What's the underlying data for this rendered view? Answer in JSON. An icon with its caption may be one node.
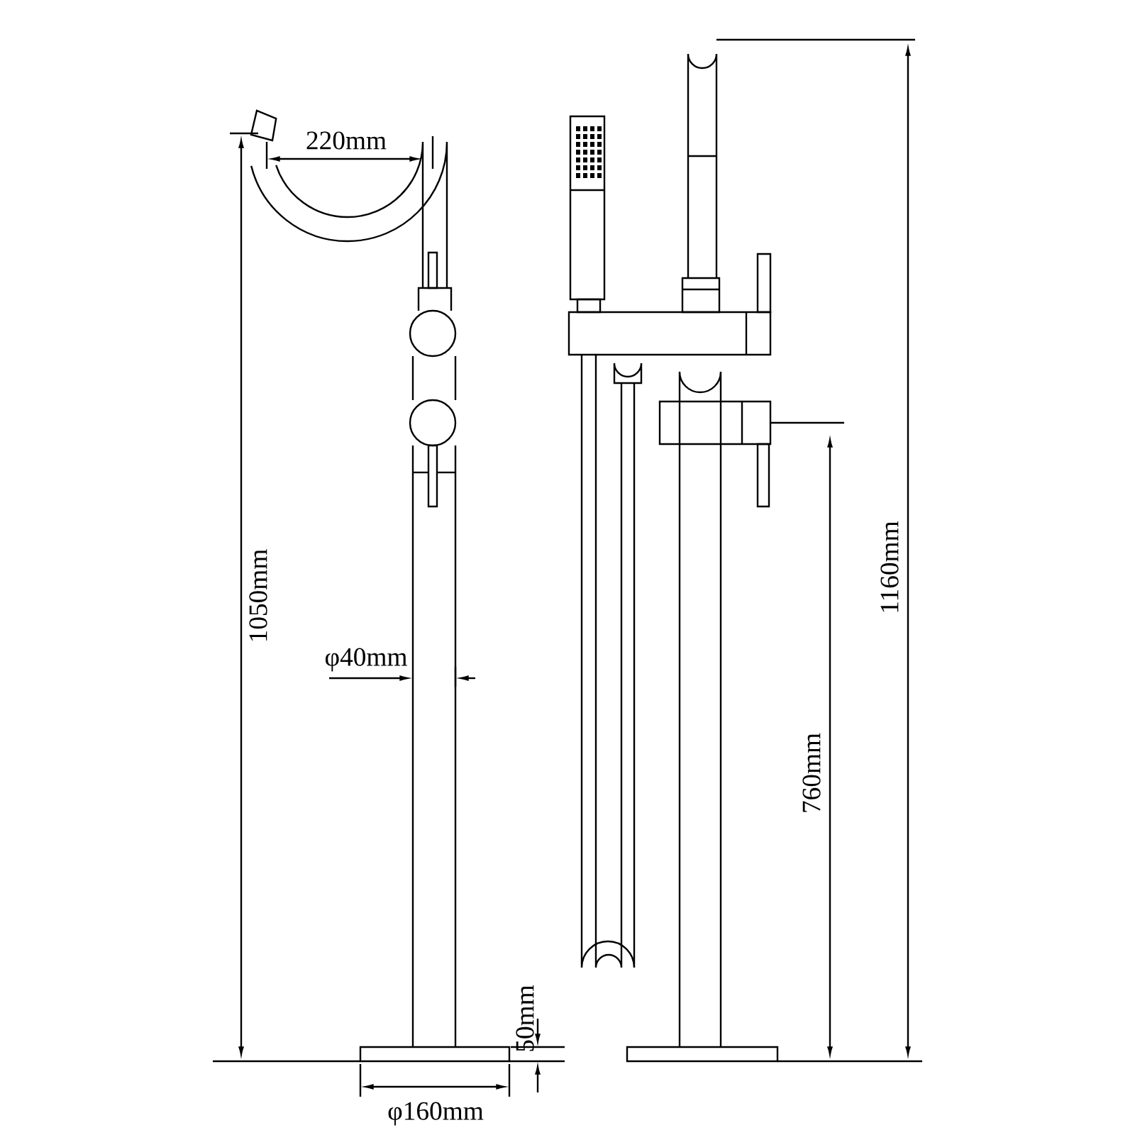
{
  "diagram": {
    "labels": [
      "220mm",
      "1050mm",
      "φ40mm",
      "50mm",
      "φ160mm",
      "760mm",
      "1160mm"
    ]
  }
}
